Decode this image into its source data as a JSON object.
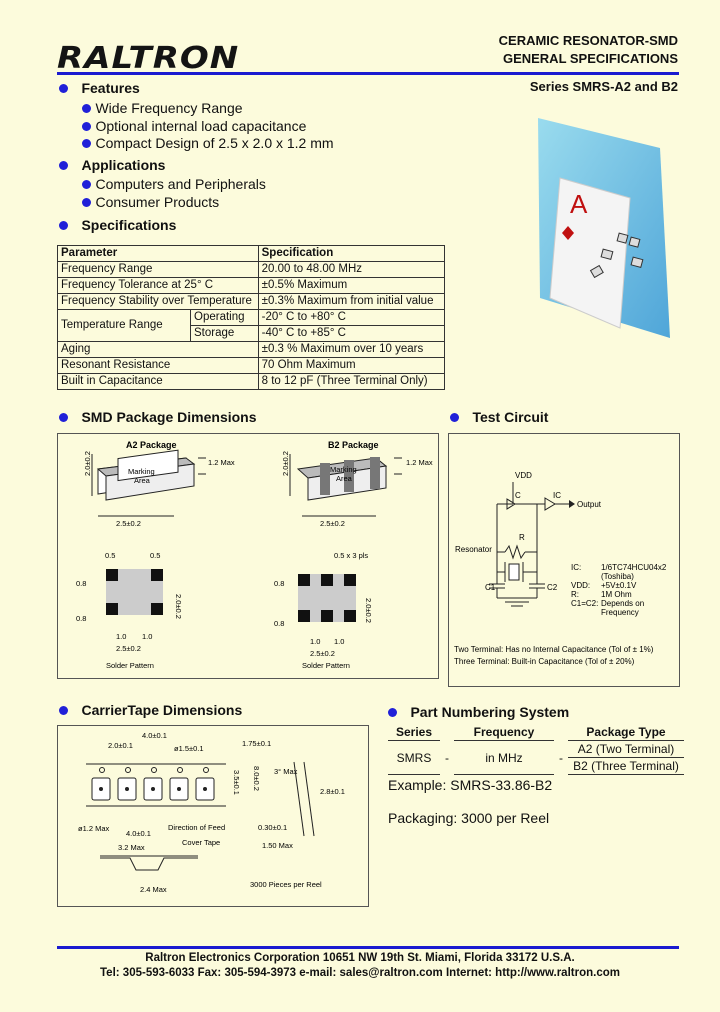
{
  "header": {
    "logo": "RALTRON",
    "title_line1": "CERAMIC RESONATOR-SMD",
    "title_line2": "GENERAL SPECIFICATIONS",
    "series": "Series SMRS-A2 and B2"
  },
  "features": {
    "heading": "Features",
    "items": [
      "Wide Frequency Range",
      "Optional internal load capacitance",
      "Compact Design of 2.5 x 2.0 x 1.2 mm"
    ]
  },
  "applications": {
    "heading": "Applications",
    "items": [
      "Computers and Peripherals",
      "Consumer Products"
    ]
  },
  "specifications": {
    "heading": "Specifications",
    "col_param": "Parameter",
    "col_spec": "Specification",
    "rows": [
      {
        "p": "Frequency Range",
        "s": "20.00 to 48.00 MHz"
      },
      {
        "p": "Frequency Tolerance at 25° C",
        "s": "±0.5% Maximum"
      },
      {
        "p": "Frequency Stability over Temperature",
        "s": "±0.3% Maximum from initial value"
      }
    ],
    "temp_label": "Temperature Range",
    "temp_operating": "Operating",
    "temp_operating_val": "-20° C to +80° C",
    "temp_storage": "Storage",
    "temp_storage_val": "-40° C to +85° C",
    "rows2": [
      {
        "p": "Aging",
        "s": "±0.3 % Maximum over 10 years"
      },
      {
        "p": "Resonant Resistance",
        "s": "70 Ohm Maximum"
      },
      {
        "p": "Built in Capacitance",
        "s": "8 to 12 pF (Three Terminal Only)"
      }
    ]
  },
  "smd": {
    "heading": "SMD Package Dimensions",
    "a2_title": "A2 Package",
    "b2_title": "B2 Package",
    "marking": "Marking",
    "area": "Area",
    "h_dim": "1.2 Max",
    "w_dim": "2.0±0.2",
    "l_dim": "2.5±0.2",
    "pad_05": "0.5",
    "pad_08": "0.8",
    "pad_10": "1.0",
    "pad_25": "2.5±0.2",
    "pad_20": "2.0±0.2",
    "b2_pads": "0.5 x 3 pls",
    "solder": "Solder Pattern"
  },
  "circuit": {
    "heading": "Test Circuit",
    "vdd": "VDD",
    "c": "C",
    "ic": "IC",
    "output": "Output",
    "resonator": "Resonator",
    "r": "R",
    "c1": "C1",
    "c2": "C2",
    "legend": [
      {
        "k": "IC:",
        "v": "1/6TC74HCU04x2"
      },
      {
        "k": "",
        "v": "(Toshiba)"
      },
      {
        "k": "VDD:",
        "v": "+5V±0.1V"
      },
      {
        "k": "R:",
        "v": "1M Ohm"
      },
      {
        "k": "C1=C2:",
        "v": "Depends on"
      },
      {
        "k": "",
        "v": "Frequency"
      }
    ],
    "note1": "Two Terminal: Has no Internal Capacitance (Tol of ± 1%)",
    "note2": "Three Terminal: Built-in Capacitance (Tol of ± 20%)"
  },
  "tape": {
    "heading": "CarrierTape Dimensions",
    "d20": "2.0±0.1",
    "d40": "4.0±0.1",
    "d15": "ø1.5±0.1",
    "d175": "1.75±0.1",
    "d35": "3.5±0.1",
    "d80": "8.0±0.2",
    "d28": "2.8±0.1",
    "d12": "ø1.2 Max",
    "d40b": "4.0±0.1",
    "feed": "Direction of Feed",
    "d030": "0.30±0.1",
    "d150": "1.50 Max",
    "deg": "3° Max",
    "d32": "3.2 Max",
    "cover": "Cover Tape",
    "d24": "2.4 Max",
    "pieces": "3000 Pieces per Reel"
  },
  "part": {
    "heading": "Part Numbering System",
    "h_series": "Series",
    "h_freq": "Frequency",
    "h_pkg": "Package Type",
    "series": "SMRS",
    "dash": "-",
    "freq": "in MHz",
    "pkg_a2": "A2 (Two Terminal)",
    "pkg_b2": "B2 (Three Terminal)",
    "example": "Example: SMRS-33.86-B2",
    "packaging": "Packaging: 3000 per Reel"
  },
  "footer": {
    "line1": "Raltron Electronics Corporation 10651 NW 19th St. Miami, Florida 33172 U.S.A.",
    "line2": "Tel: 305-593-6033 Fax: 305-594-3973 e-mail: sales@raltron.com Internet: http://www.raltron.com"
  },
  "colors": {
    "accent": "#2020d8",
    "background": "#fcfbdc"
  }
}
